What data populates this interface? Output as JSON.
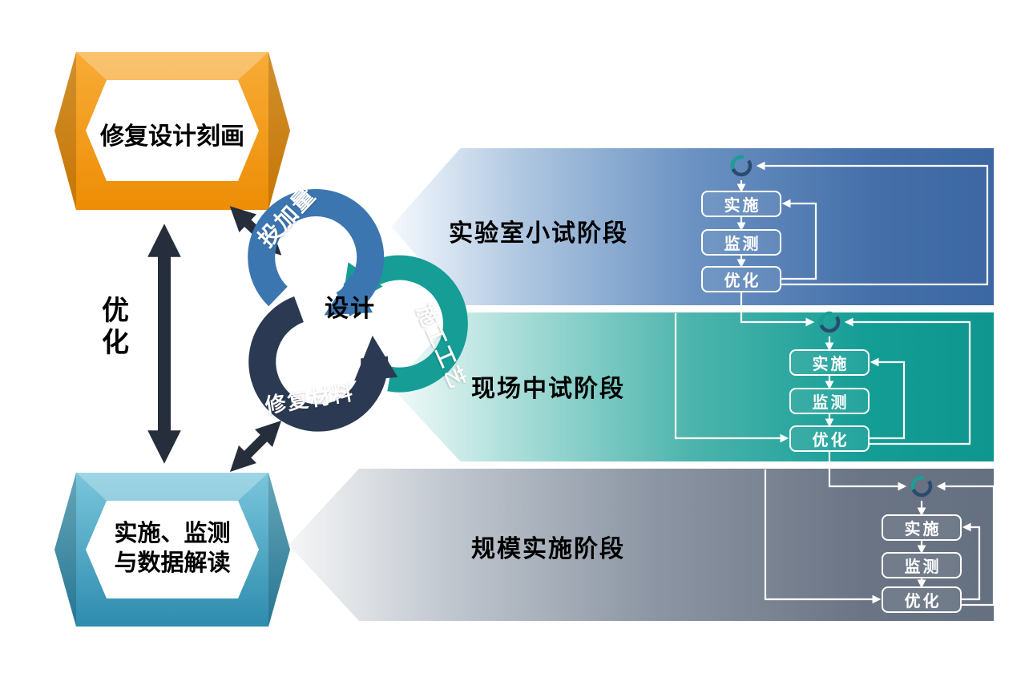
{
  "left_panel": {
    "top_banner": {
      "label": "修复设计刻画"
    },
    "optimize": {
      "line1": "优",
      "line2": "化"
    },
    "bottom_banner": {
      "line1": "实施、监测",
      "line2": "与数据解读"
    }
  },
  "cycle": {
    "dosage": "投加量",
    "process": "施工工艺",
    "material": "修复材料",
    "center": "设计"
  },
  "stages": [
    {
      "name": "实验室小试阶段",
      "steps": [
        "实施",
        "监测",
        "优化"
      ]
    },
    {
      "name": "现场中试阶段",
      "steps": [
        "实施",
        "监测",
        "优化"
      ]
    },
    {
      "name": "规模实施阶段",
      "steps": [
        "实施",
        "监测",
        "优化"
      ]
    }
  ],
  "colors": {
    "orange_banner": "#F29A1A",
    "blue_banner": "#4BA8C8",
    "stage_lab_blue": "#3E6CA8",
    "stage_pilot_teal": "#109C94",
    "stage_scale_gray": "#66707F",
    "ring_blue": "#3C76B0",
    "ring_teal": "#169D95",
    "ring_navy": "#2B3A52",
    "arrow_dark": "#262E3C"
  }
}
